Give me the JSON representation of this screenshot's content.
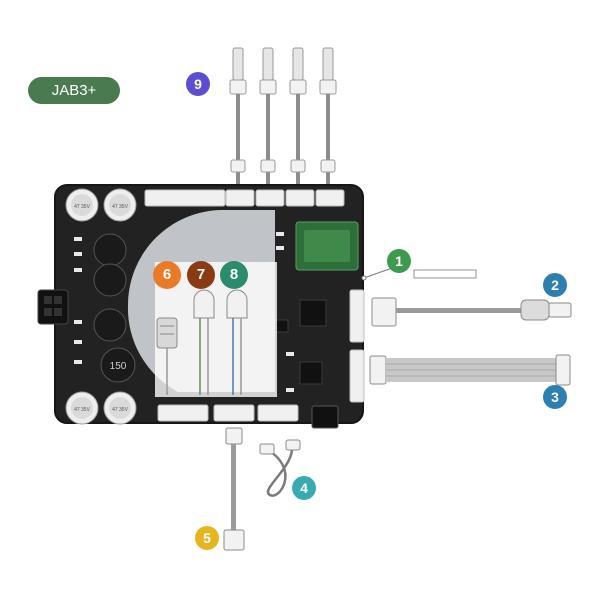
{
  "product_label": "JAB3+",
  "colors": {
    "label_pill": "#4a7a4f",
    "board": "#222222",
    "board_shade": "#161616",
    "module_plate": "#c9ccd1",
    "connector": "#e9e9e9",
    "cable": "#8c8c8c"
  },
  "callouts": [
    {
      "number": "1",
      "color": "#3d9a4e"
    },
    {
      "number": "2",
      "color": "#2c7fae"
    },
    {
      "number": "3",
      "color": "#2c7fae"
    },
    {
      "number": "4",
      "color": "#38aab2"
    },
    {
      "number": "5",
      "color": "#e6b520"
    },
    {
      "number": "6",
      "color": "#e97a26"
    },
    {
      "number": "7",
      "color": "#8a3b12"
    },
    {
      "number": "8",
      "color": "#2a8b6d"
    },
    {
      "number": "9",
      "color": "#5a4fd0"
    }
  ],
  "board": {
    "capacitor_labels": [
      "47 35V",
      "47 35V",
      "47 35V",
      "47 35V"
    ],
    "inductor_label": "150"
  }
}
